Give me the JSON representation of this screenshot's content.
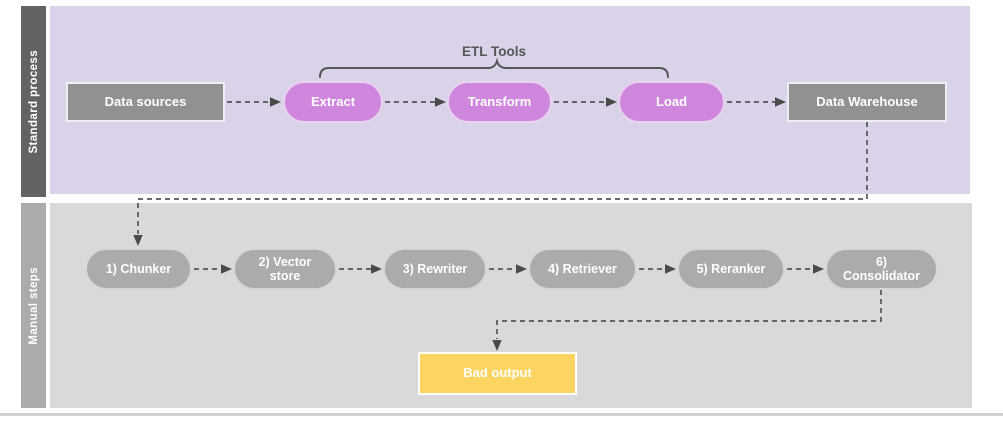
{
  "diagram": {
    "lanes": [
      {
        "label": "Standard process"
      },
      {
        "label": "Manual steps"
      }
    ],
    "etl_tools_label": "ETL Tools",
    "standard_nodes": {
      "data_sources": "Data sources",
      "extract": "Extract",
      "transform": "Transform",
      "load": "Load",
      "data_warehouse": "Data Warehouse"
    },
    "manual_steps": [
      {
        "label": "1) Chunker"
      },
      {
        "label": "2) Vector store"
      },
      {
        "label": "3) Rewriter"
      },
      {
        "label": "4) Retriever"
      },
      {
        "label": "5) Reranker"
      },
      {
        "label": "6) Consolidator"
      }
    ],
    "bad_output_label": "Bad output",
    "colors": {
      "lane1_background": "#d9d2e9",
      "lane2_background": "#d9d9d9",
      "lane1_bar": "#636363",
      "lane2_bar": "#ababab",
      "etl_pill": "#cf86dd",
      "gray_box": "#919191",
      "manual_pill": "#ababab",
      "bad_output_fill": "#fcd462",
      "connector": "#555555"
    }
  }
}
